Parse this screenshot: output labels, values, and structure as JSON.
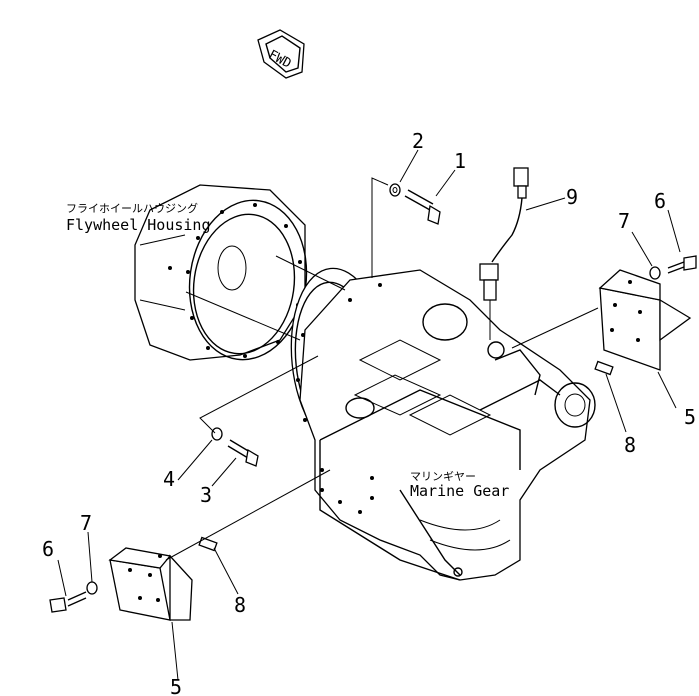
{
  "fwd_label": "FWD",
  "captions": {
    "flywheel_jp": "フライホイールハウジング",
    "flywheel_en": "Flywheel  Housing",
    "marine_jp": "マリンギヤー",
    "marine_en": "Marine  Gear"
  },
  "callouts": [
    "1",
    "2",
    "3",
    "4",
    "5",
    "6",
    "7",
    "8",
    "9"
  ],
  "callouts_left": [
    "6",
    "7",
    "8",
    "5"
  ]
}
